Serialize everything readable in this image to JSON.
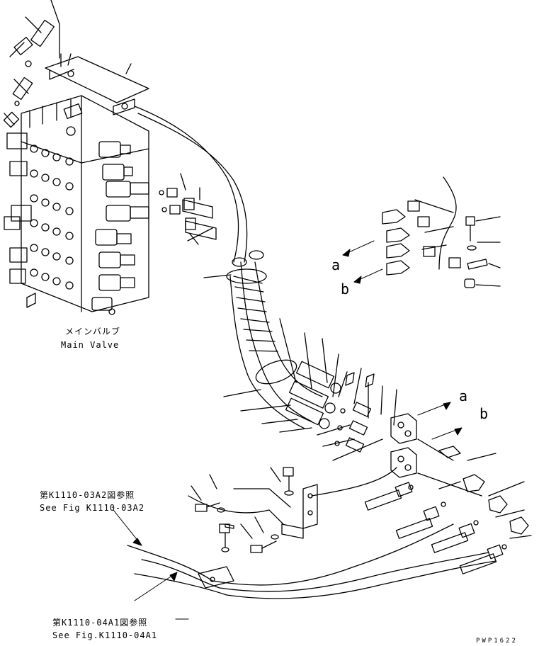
{
  "main_valve": {
    "label_jp": "メインバルブ",
    "label_en": "Main Valve"
  },
  "callouts": {
    "a_upper": "a",
    "b_upper": "b",
    "a_lower": "a",
    "b_lower": "b"
  },
  "references": [
    {
      "jp": "第K1110-03A2図参照",
      "en": "See Fig K1110-03A2"
    },
    {
      "jp": "第K1110-04A1図参照",
      "en": "See Fig.K1110-04A1"
    }
  ],
  "drawing_code": "PWP1622",
  "colors": {
    "line": "#000000",
    "background": "#ffffff"
  }
}
